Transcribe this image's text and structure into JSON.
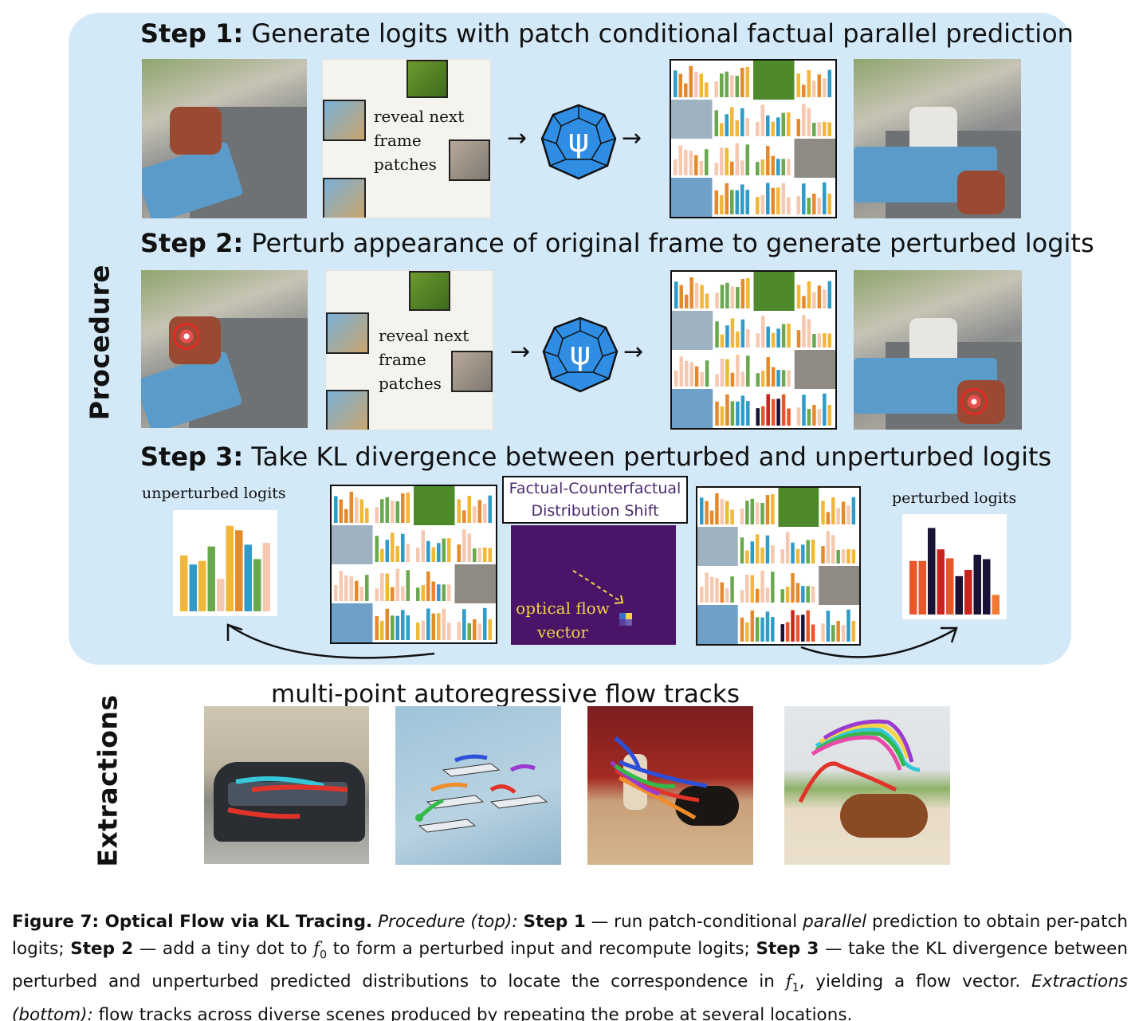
{
  "labels": {
    "procedure": "Procedure",
    "extractions": "Extractions"
  },
  "step1": {
    "bold": "Step 1:",
    "text": " Generate logits with patch conditional factual parallel prediction"
  },
  "step2": {
    "bold": "Step 2:",
    "text": " Perturb appearance of original frame to generate perturbed logits"
  },
  "step3": {
    "bold": "Step 3:",
    "text": " Take KL divergence between perturbed and unperturbed logits"
  },
  "reveal_lines": [
    "reveal next",
    "frame",
    "patches"
  ],
  "model_symbol": "ψ",
  "arrow_glyph": "→",
  "step3_panel": {
    "unperturbed_label": "unperturbed logits",
    "perturbed_label": "perturbed logits",
    "shift_title": [
      "Factual-Counterfactual",
      "Distribution Shift"
    ],
    "flow_label": [
      "optical flow",
      "vector"
    ]
  },
  "tracks_title": "multi-point autoregressive flow tracks",
  "colors": {
    "panel": "#d3e9f8",
    "model": "#2f8de4",
    "shift_map": "#4a1468",
    "flow_text": "#f4d442",
    "unperturbed_bars": [
      "#f0b73a",
      "#2f9bc8",
      "#f0b73a",
      "#6aa84f",
      "#f6c8b0",
      "#f0b73a",
      "#e58a2c",
      "#2f9bc8",
      "#6aa84f",
      "#f6c8b0"
    ],
    "perturbed_bars": [
      "#e8562a",
      "#e8562a",
      "#1a1236",
      "#c8251e",
      "#e8562a",
      "#1a1236",
      "#c8251e",
      "#1a1236",
      "#1a1236",
      "#f07a32"
    ]
  },
  "caption": {
    "fig": "Figure 7: Optical Flow via KL Tracing.",
    "proc_label": "Procedure (top):",
    "s1": "Step 1",
    "t1": " — run patch-conditional ",
    "parallel": "parallel",
    "t2": " prediction to obtain per-patch logits; ",
    "s2": "Step 2",
    "t3": " — add a tiny dot to ",
    "f0": "f",
    "f0_sub": "0",
    "t4": " to form a perturbed input and recompute logits; ",
    "s3": "Step 3",
    "t5": " — take the KL divergence between perturbed and unperturbed predicted distributions to locate the correspondence in ",
    "f1": "f",
    "f1_sub": "1",
    "t6": ", yielding a flow vector. ",
    "ext_label": "Extractions (bottom):",
    "t7": " flow tracks across diverse scenes produced by repeating the probe at several locations."
  }
}
